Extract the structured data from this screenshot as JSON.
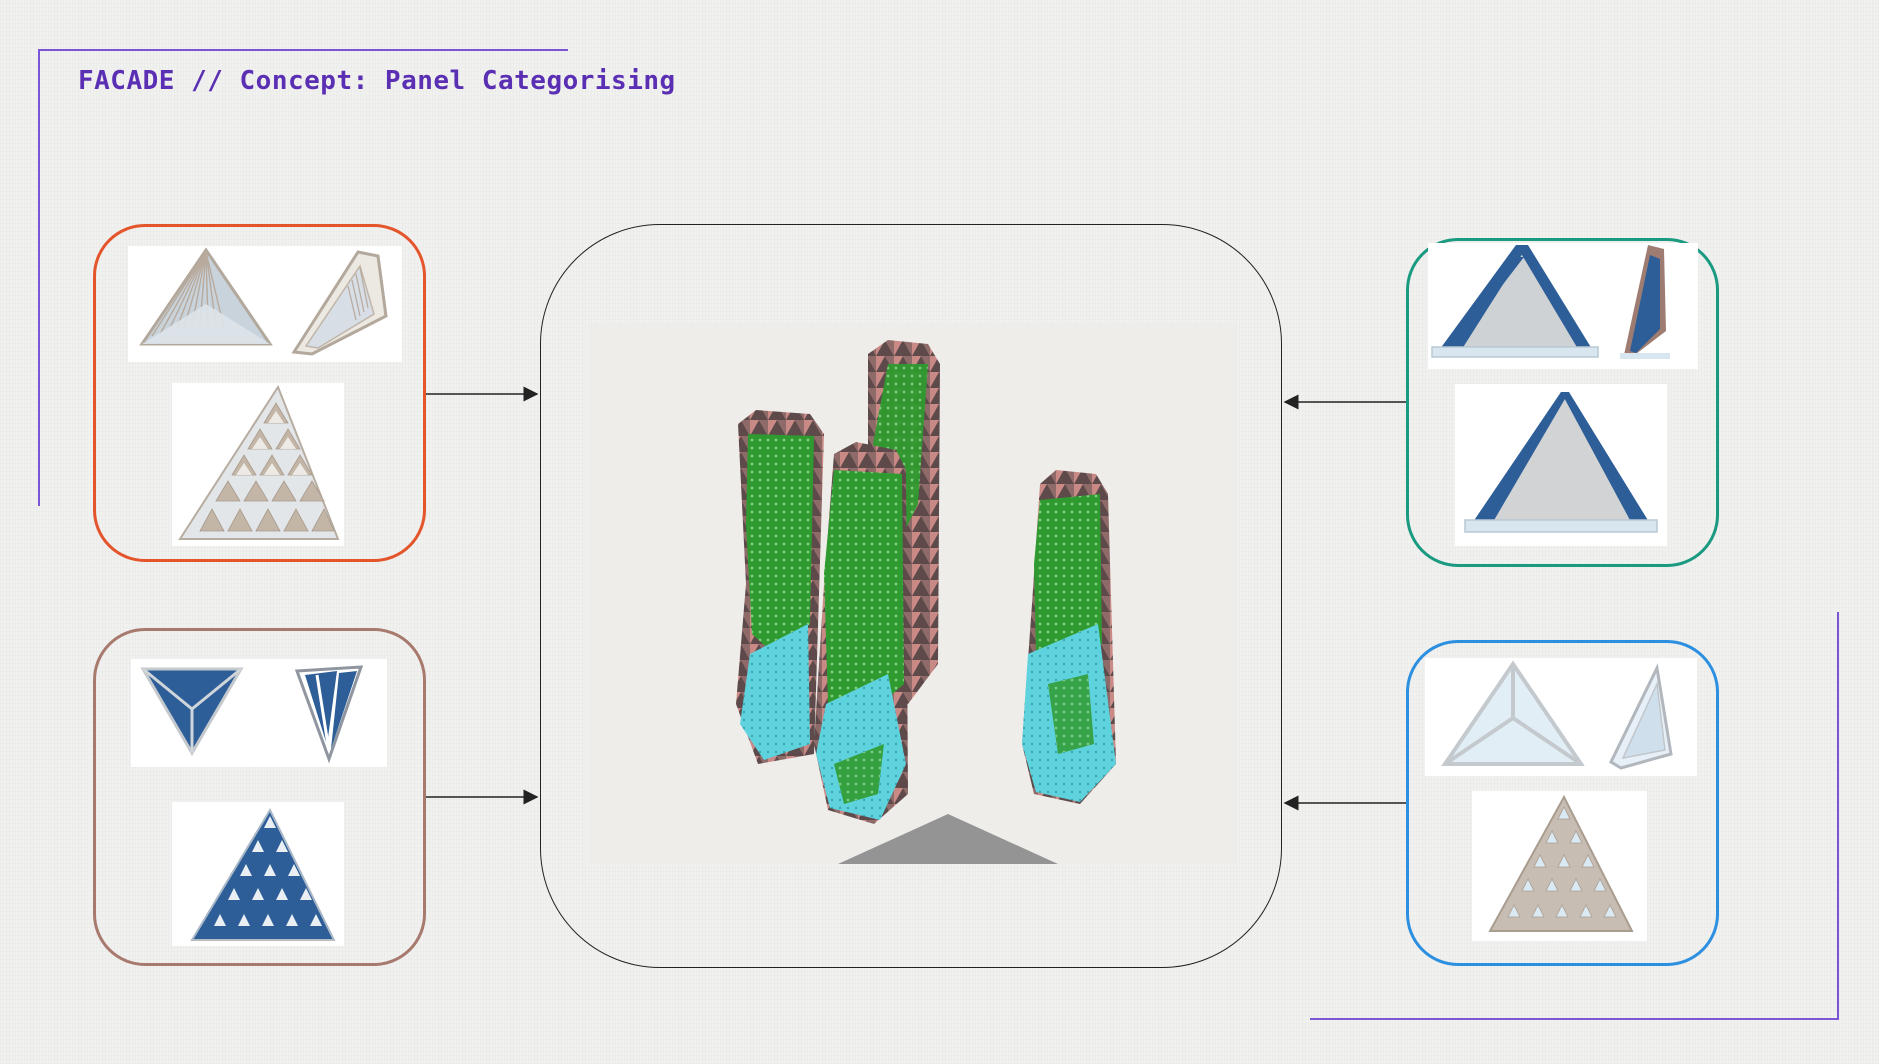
{
  "page": {
    "title": "FACADE // Concept: Panel Categorising"
  },
  "colors": {
    "accent_purple": "#5b2fb3",
    "frame_purple": "#7a55d6",
    "box_orange": "#e4552b",
    "box_brown": "#a87a6e",
    "box_teal": "#1a9a80",
    "box_blue": "#2d8fdf",
    "panel_blue": "#2d5e98",
    "panel_green": "#2f9a2f",
    "panel_cyan": "#5fd3dd",
    "panel_pink": "#c98a86"
  },
  "panels": [
    {
      "id": "orange",
      "icon": "louvered-triangle-panel-icon"
    },
    {
      "id": "brown",
      "icon": "blue-pyramid-panel-icon"
    },
    {
      "id": "teal",
      "icon": "blue-tent-panel-icon"
    },
    {
      "id": "blue",
      "icon": "glass-pyramid-panel-icon"
    }
  ],
  "center": {
    "icon": "tower-facade-render-icon"
  }
}
